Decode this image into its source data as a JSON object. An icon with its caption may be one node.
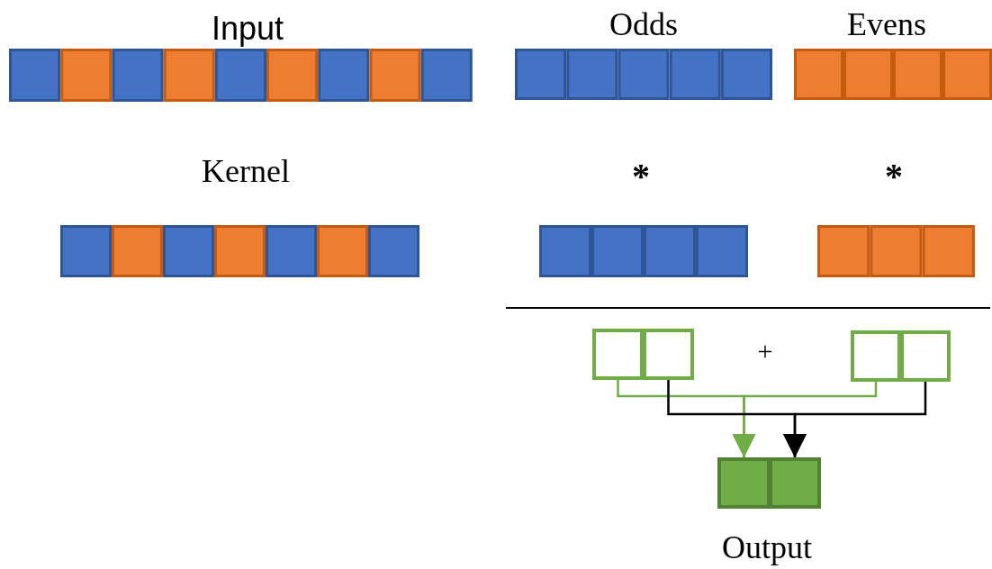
{
  "diagram": {
    "nodes": [
      {
        "text": [],
        "shape": "box"
      },
      {
        "text": [],
        "shape": "box"
      },
      {
        "text": [],
        "shape": "box"
      },
      {
        "text": [],
        "shape": "box"
      },
      {
        "text": [],
        "shape": "box"
      },
      {
        "text": [],
        "shape": "box"
      }
    ],
    "edges": [
      {
        "from": 0,
        "to": 4,
        "arrow": "to",
        "color": "#70ad47"
      },
      {
        "from": 2,
        "to": 4,
        "arrow": "to",
        "color": "#70ad47"
      },
      {
        "from": 1,
        "to": 5,
        "arrow": "to",
        "color": "#000000"
      },
      {
        "from": 3,
        "to": 5,
        "arrow": "to",
        "color": "#000000"
      }
    ],
    "labels": [
      "Input",
      "Odds",
      "Evens",
      "Kernel",
      "*",
      "*",
      "+",
      "Output"
    ]
  }
}
